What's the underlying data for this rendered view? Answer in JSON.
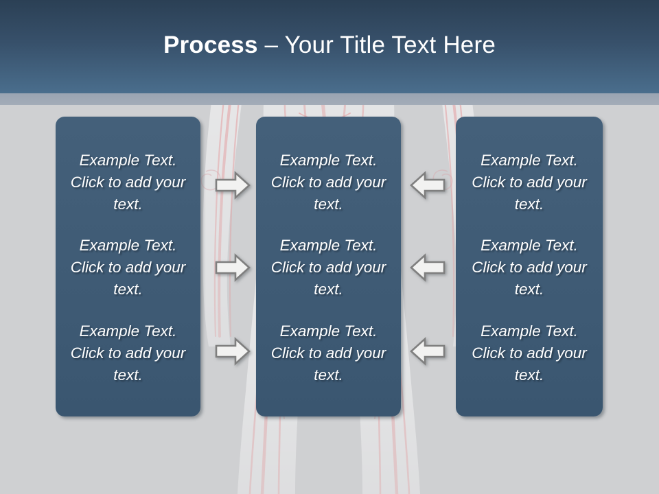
{
  "slide": {
    "title": {
      "bold_part": "Process",
      "rest_part": " – Your Title Text Here",
      "full": "Process – Your Title Text Here"
    },
    "theme": {
      "header_gradient_top": "#2b4055",
      "header_gradient_bottom": "#4a6e8d",
      "header_subband": "#9ea7b4",
      "body_background": "#cfd0d2",
      "box_fill": "#415e78",
      "box_text_color": "#ffffff",
      "arrow_fill": "#f0f0ef",
      "arrow_outline": "#808080"
    },
    "columns": [
      {
        "name": "column-1",
        "items": [
          {
            "text": "Example Text. Click  to add your text."
          },
          {
            "text": "Example Text. Click  to add your text."
          },
          {
            "text": "Example Text. Click  to add your text."
          }
        ]
      },
      {
        "name": "column-2",
        "items": [
          {
            "text": "Example Text. Click  to add your text."
          },
          {
            "text": "Example Text. Click  to add your text."
          },
          {
            "text": "Example Text. Click  to add your text."
          }
        ]
      },
      {
        "name": "column-3",
        "items": [
          {
            "text": "Example Text. Click  to add your text."
          },
          {
            "text": "Example Text. Click  to add your text."
          },
          {
            "text": "Example Text. Click  to add your text."
          }
        ]
      }
    ],
    "arrows": [
      {
        "name": "arrow-right-row-1",
        "direction": "right"
      },
      {
        "name": "arrow-right-row-2",
        "direction": "right"
      },
      {
        "name": "arrow-right-row-3",
        "direction": "right"
      },
      {
        "name": "arrow-left-row-1",
        "direction": "left"
      },
      {
        "name": "arrow-left-row-2",
        "direction": "left"
      },
      {
        "name": "arrow-left-row-3",
        "direction": "left"
      }
    ],
    "background_art": {
      "description": "faint anatomical vascular illustration"
    }
  }
}
